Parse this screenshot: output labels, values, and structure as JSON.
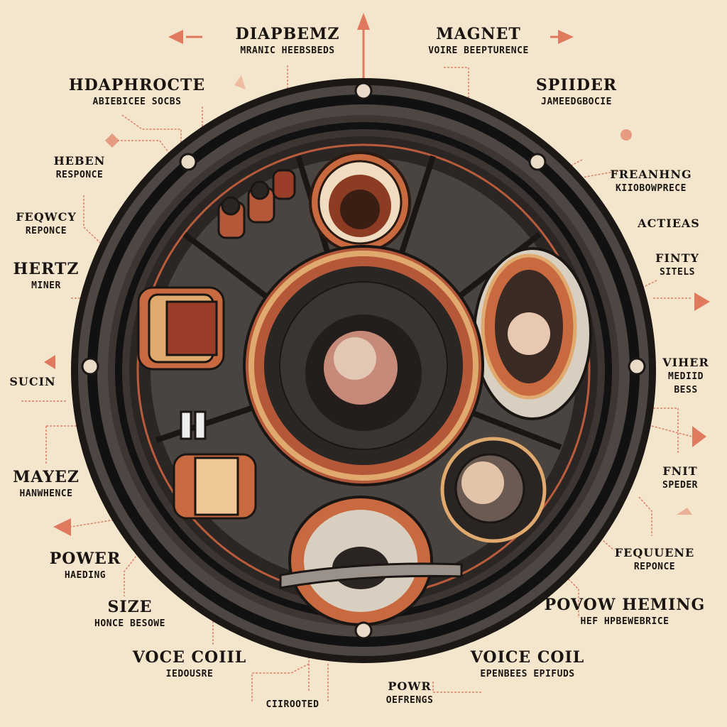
{
  "colors": {
    "background": "#f3e6cc",
    "accent": "#e07a5f",
    "ring": "#2a2522",
    "copper": "#c8693f",
    "gold": "#e0a96d"
  },
  "labels": [
    {
      "title": "DIAPBEMZ",
      "subtitle": "MRANIC HEEBSBEDS"
    },
    {
      "title": "MAGNET",
      "subtitle": "VOIRE BEEPTURENCE"
    },
    {
      "title": "HDAPHROCTE",
      "subtitle": "ABIEBICEE SOCBS"
    },
    {
      "title": "SPIIDER",
      "subtitle": "JAMEEDGBOCIE"
    },
    {
      "title": "HEBEN",
      "subtitle": "RESPONCE"
    },
    {
      "title": "FREANHNG",
      "subtitle": "KIIOBOWPRECE"
    },
    {
      "title": "FEQWCY",
      "subtitle": "REPONCE"
    },
    {
      "title": "ACTIEAS"
    },
    {
      "title": "HERTZ",
      "subtitle": "MINER"
    },
    {
      "title": "FINTY",
      "subtitle": "SITELS"
    },
    {
      "title": "SUCIN"
    },
    {
      "title": "VIHER",
      "subtitle": "MEDIID",
      "subtitle2": "BESS"
    },
    {
      "title": "MAYEZ",
      "subtitle": "HANWHENCE"
    },
    {
      "title": "FNIT",
      "subtitle": "SPEDER"
    },
    {
      "title": "POWER",
      "subtitle": "HAEDING"
    },
    {
      "title": "FEQUUENE",
      "subtitle": "REPONCE"
    },
    {
      "title": "SIZE",
      "subtitle": "HONCE BESOWE"
    },
    {
      "title": "POVOW HEMING",
      "subtitle": "HEF HPBEWEBRICE"
    },
    {
      "title": "VOCE COIIL",
      "subtitle": "IEDOUSRE"
    },
    {
      "title": "VOICE COIL",
      "subtitle": "EPENBEES EPIFUDS"
    },
    {
      "title": "CIIROOTED"
    },
    {
      "title": "POWR",
      "subtitle": "OEFRENGS"
    }
  ]
}
